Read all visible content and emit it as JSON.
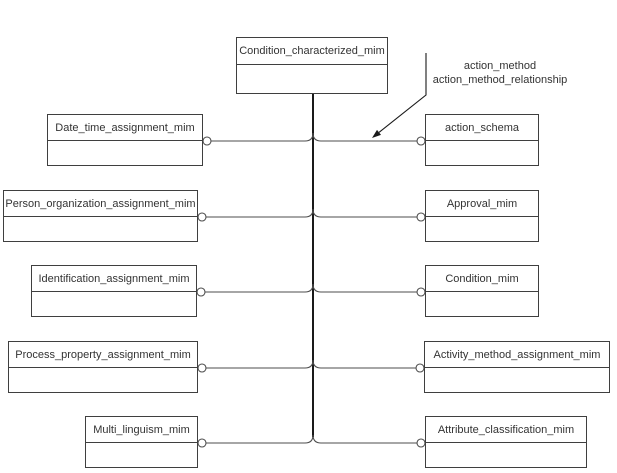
{
  "diagram": {
    "root": {
      "label": "Condition_characterized_mim"
    },
    "left_nodes": [
      {
        "label": "Date_time_assignment_mim"
      },
      {
        "label": "Person_organization_assignment_mim"
      },
      {
        "label": "Identification_assignment_mim"
      },
      {
        "label": "Process_property_assignment_mim"
      },
      {
        "label": "Multi_linguism_mim"
      }
    ],
    "right_nodes": [
      {
        "label": "action_schema"
      },
      {
        "label": "Approval_mim"
      },
      {
        "label": "Condition_mim"
      },
      {
        "label": "Activity_method_assignment_mim"
      },
      {
        "label": "Attribute_classification_mim"
      }
    ],
    "annotation": {
      "line1": "action_method",
      "line2": "action_method_relationship"
    },
    "colors": {
      "background": "#ffffff",
      "box_border": "#3f3f3f",
      "branch_line": "#4d4d4d",
      "trunk_line": "#1a1a1a",
      "text": "#333333",
      "circle_fill": "#ffffff"
    }
  }
}
